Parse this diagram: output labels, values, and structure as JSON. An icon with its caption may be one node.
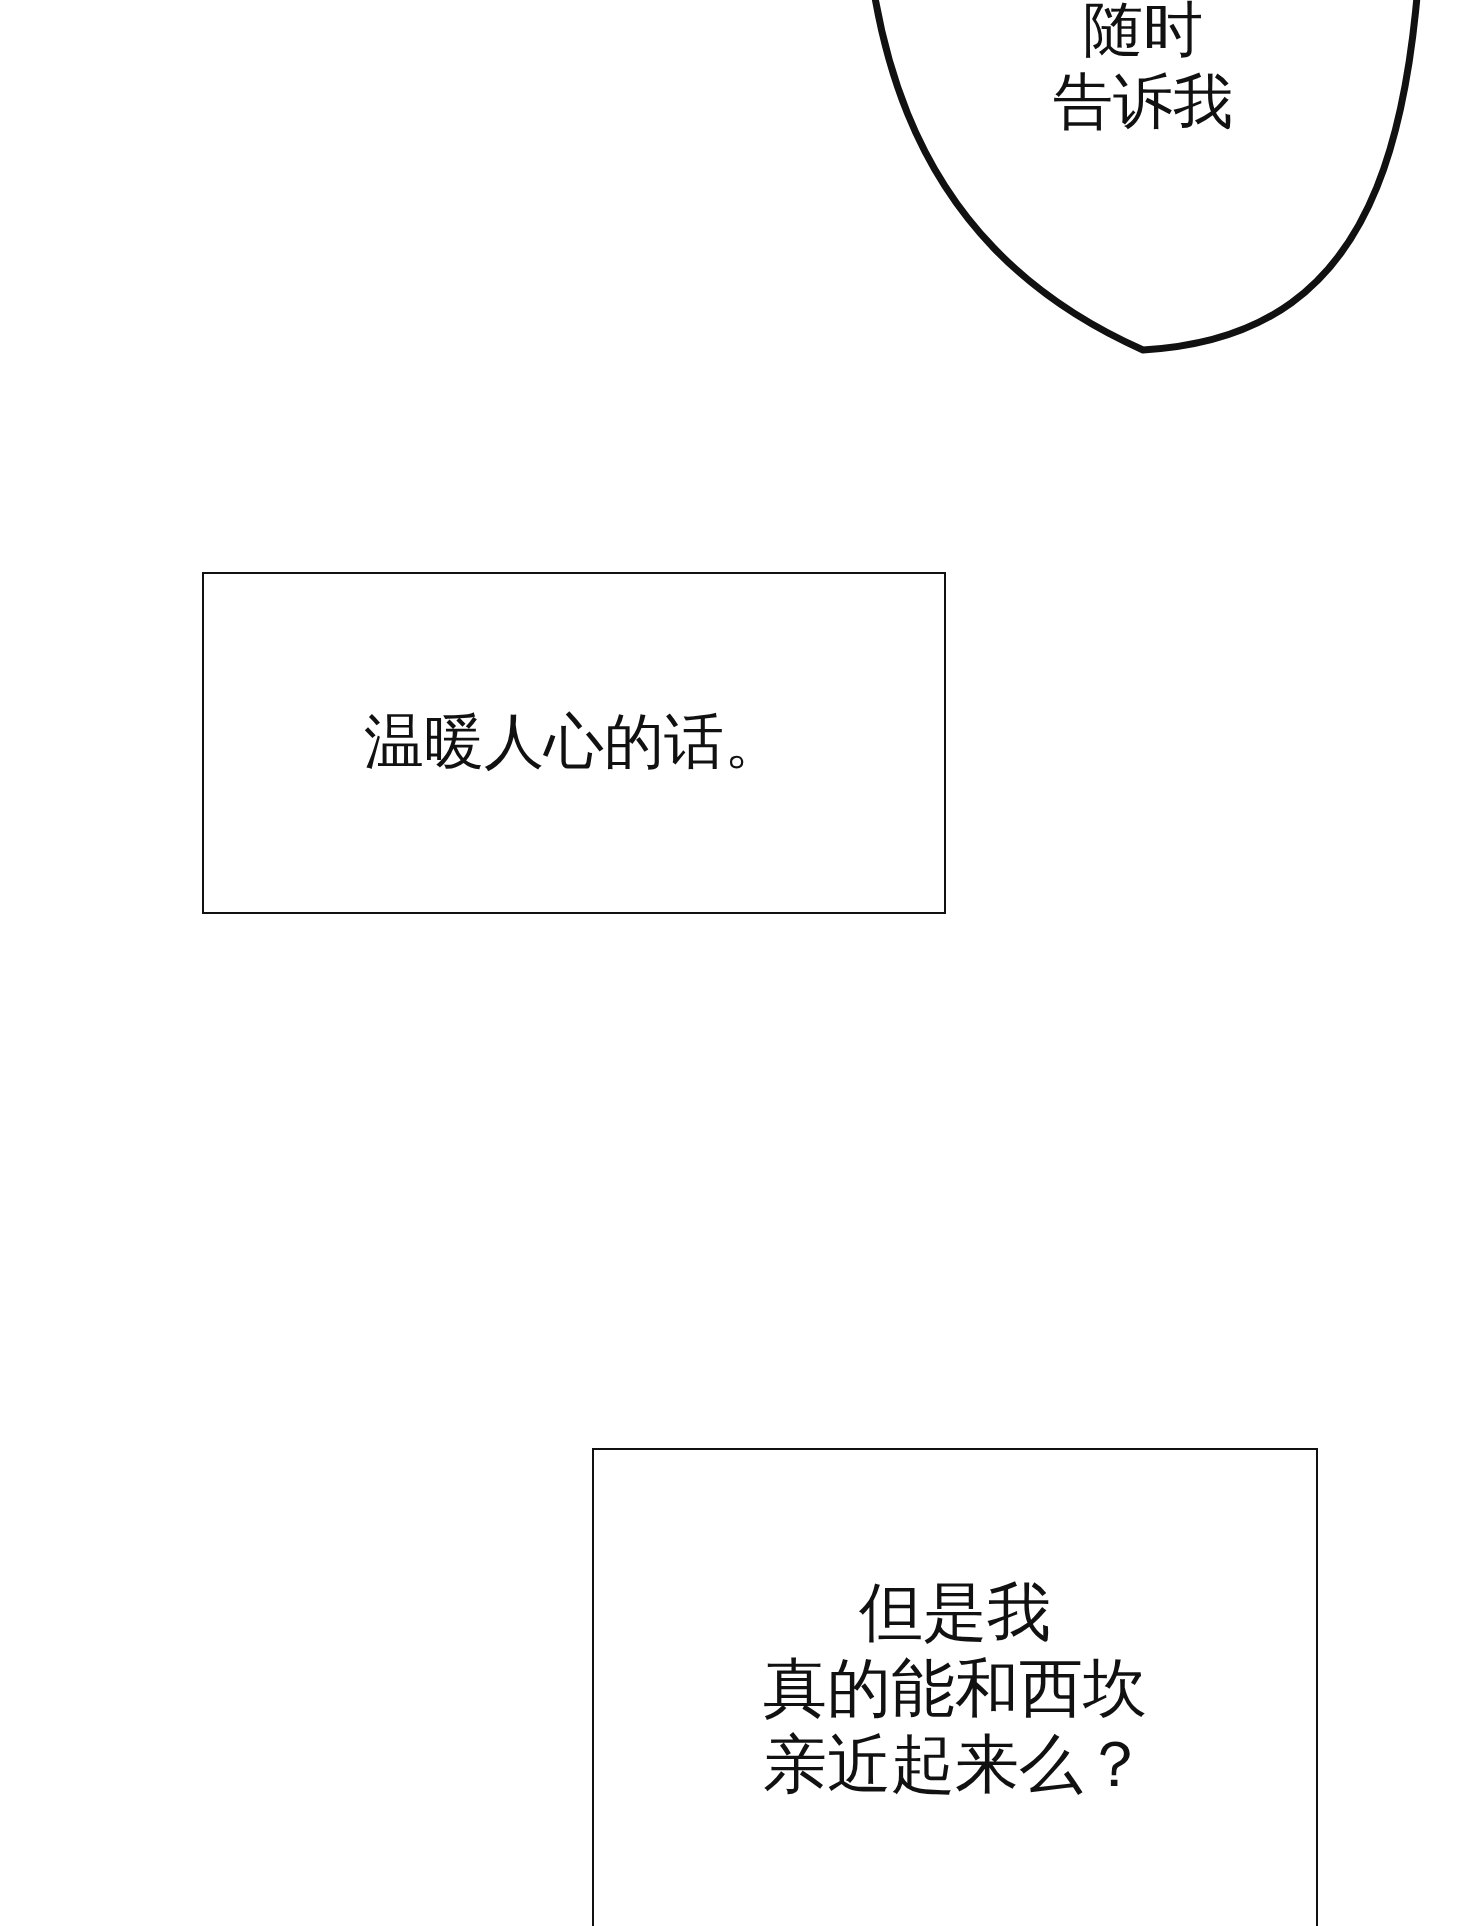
{
  "diagram": {
    "nodes": [
      {
        "text": [
          "随时告诉我"
        ]
      },
      {
        "text": [
          "温暖人心的话。"
        ]
      },
      {
        "text": [
          "但是我真的能和西坎亲近起来么？"
        ]
      }
    ]
  }
}
